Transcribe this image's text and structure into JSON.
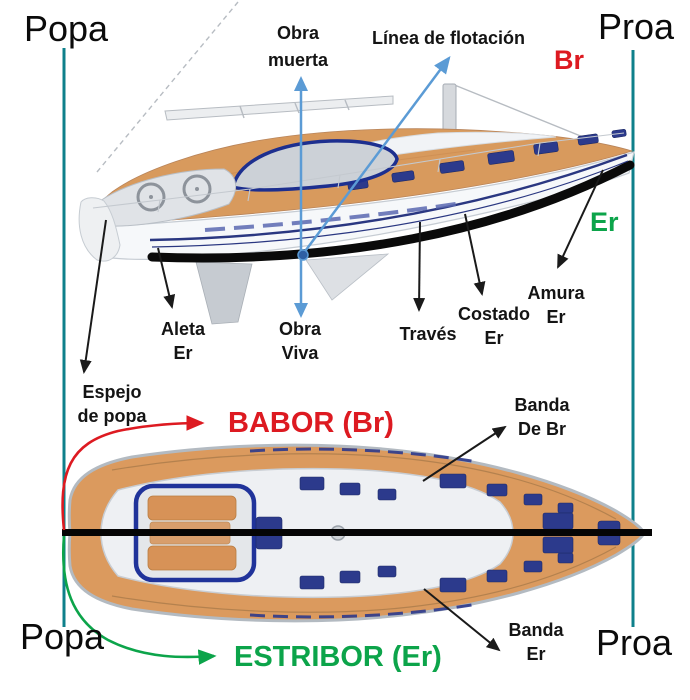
{
  "colors": {
    "reference_line_teal": "#0f808b",
    "port_red": "#dd1a21",
    "starboard_green": "#0ca44a",
    "arrow_blue": "#5b9bd5",
    "label_black": "#141414"
  },
  "orientation": {
    "popa_top": "Popa",
    "proa_top": "Proa",
    "popa_bottom": "Popa",
    "proa_bottom": "Proa"
  },
  "side_abbreviations": {
    "port": "Br",
    "starboard": "Er"
  },
  "hull_parts": {
    "obra_muerta": {
      "line1": "Obra",
      "line2": "muerta"
    },
    "linea_de_flotacion": "Línea de flotación",
    "obra_viva": {
      "line1": "Obra",
      "line2": "Viva"
    },
    "aleta": {
      "line1": "Aleta",
      "line2": "Er"
    },
    "traves": "Través",
    "costado": {
      "line1": "Costado",
      "line2": "Er"
    },
    "amura": {
      "line1": "Amura",
      "line2": "Er"
    },
    "espejo_de_popa": {
      "line1": "Espejo",
      "line2": "de popa"
    }
  },
  "sides": {
    "babor": "BABOR (Br)",
    "estribor": "ESTRIBOR (Er)",
    "banda_de_br": {
      "line1": "Banda",
      "line2": "De Br"
    },
    "banda_er": {
      "line1": "Banda",
      "line2": "Er"
    }
  }
}
